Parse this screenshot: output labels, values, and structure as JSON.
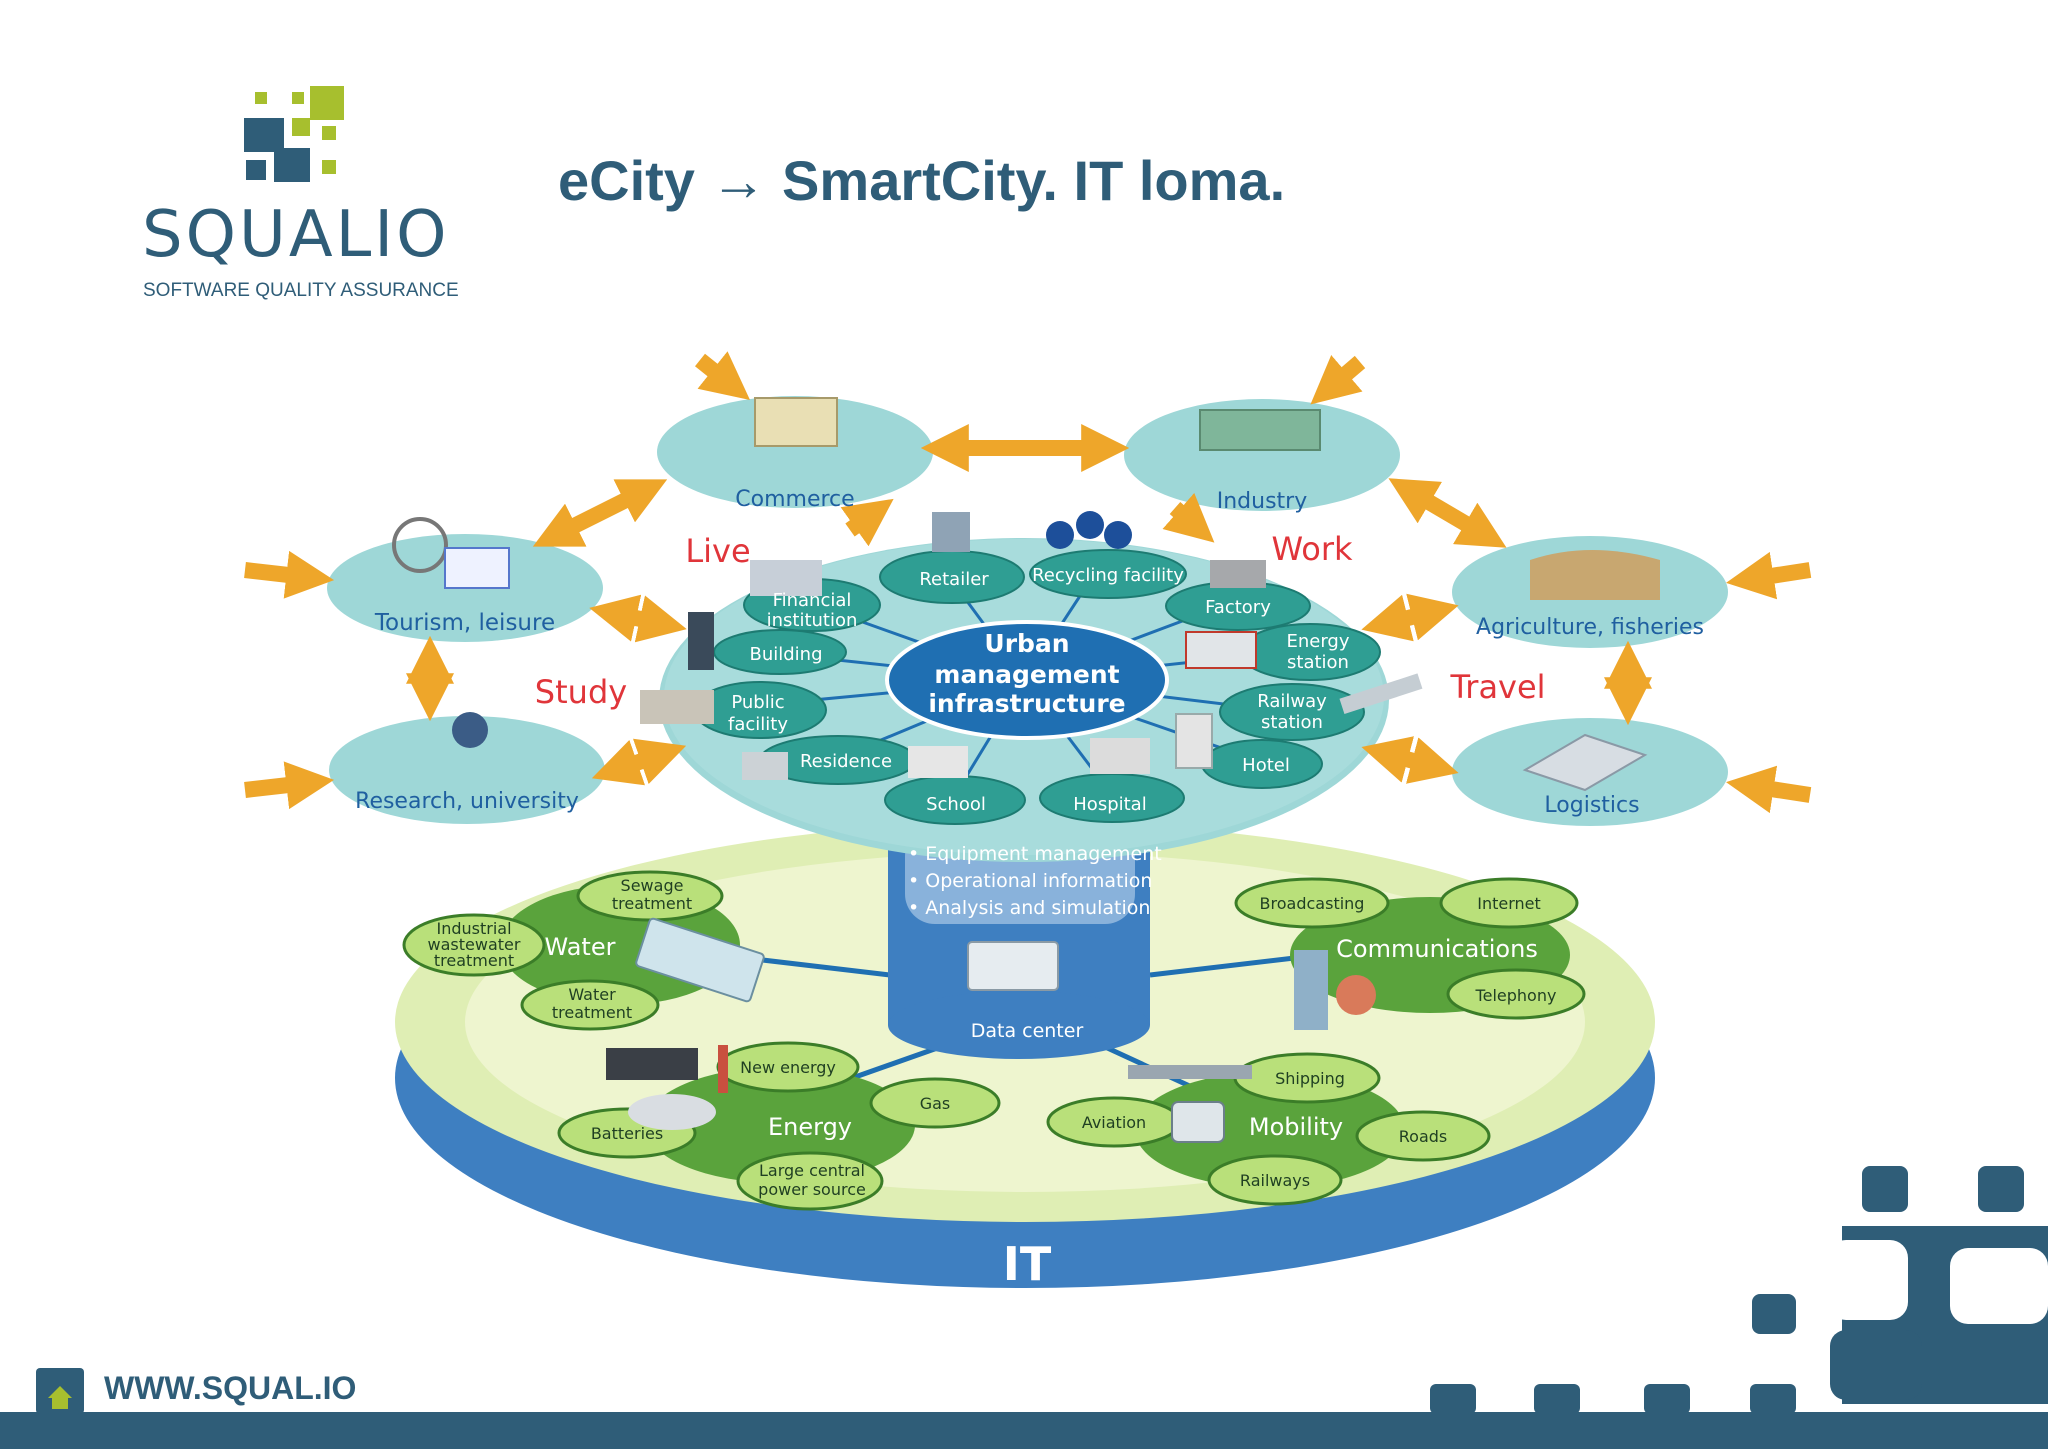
{
  "slide": {
    "title": "eCity → SmartCity. IT loma.",
    "footer_url": "WWW.SQUAL.IO"
  },
  "logo": {
    "word": "SQUALIO",
    "tagline": "SOFTWARE QUALITY ASSURANCE"
  },
  "colors": {
    "brand_blue": "#2f5d78",
    "brand_green": "#a7bf2e",
    "teal": "#9ed7d7",
    "hub_blue": "#1f6fb2",
    "it_blue": "#3e7fc1",
    "green": "#5aa33c",
    "arrow_orange": "#eea62a",
    "red_label": "#e0353a"
  },
  "diagram": {
    "outer_nodes": {
      "commerce": "Commerce",
      "industry": "Industry",
      "tourism": "Tourism, leisure",
      "agriculture": "Agriculture, fisheries",
      "research": "Research, university",
      "logistics": "Logistics"
    },
    "categories": {
      "live": "Live",
      "work": "Work",
      "study": "Study",
      "travel": "Travel"
    },
    "hub": {
      "line1": "Urban",
      "line2": "management",
      "line3": "infrastructure"
    },
    "facilities": {
      "retailer": "Retailer",
      "recycling": "Recycling facility",
      "factory": "Factory",
      "energy_l1": "Energy",
      "energy_l2": "station",
      "railway_l1": "Railway",
      "railway_l2": "station",
      "hotel": "Hotel",
      "hospital": "Hospital",
      "school": "School",
      "residence": "Residence",
      "public_l1": "Public",
      "public_l2": "facility",
      "building": "Building",
      "financial_l1": "Financial",
      "financial_l2": "institution"
    },
    "cylinder": {
      "bullet1": "• Equipment management",
      "bullet2": "• Operational information",
      "bullet3": "• Analysis and simulation",
      "data_center": "Data center"
    },
    "base": {
      "it": "IT",
      "water": "Water",
      "sewage_l1": "Sewage",
      "sewage_l2": "treatment",
      "industrial_l1": "Industrial",
      "industrial_l2": "wastewater",
      "industrial_l3": "treatment",
      "water_t_l1": "Water",
      "water_t_l2": "treatment",
      "communications": "Communications",
      "broadcasting": "Broadcasting",
      "internet": "Internet",
      "telephony": "Telephony",
      "energy": "Energy",
      "new_energy": "New energy",
      "gas": "Gas",
      "batteries": "Batteries",
      "large_l1": "Large central",
      "large_l2": "power source",
      "mobility": "Mobility",
      "shipping": "Shipping",
      "aviation": "Aviation",
      "roads": "Roads",
      "railways": "Railways"
    }
  }
}
